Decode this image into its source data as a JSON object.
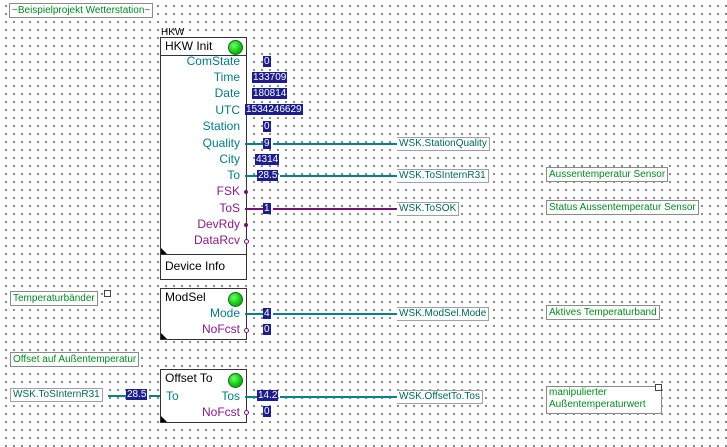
{
  "project_title": "~Beispielprojekt Wetterstation~",
  "hkw_label": "HKW",
  "device_info_label": "Device Info",
  "blocks": {
    "hkw_init": {
      "title": "HKW Init",
      "pins": {
        "comstate": {
          "label": "ComState",
          "value": "0"
        },
        "time": {
          "label": "Time",
          "value": "133709"
        },
        "date": {
          "label": "Date",
          "value": "180814"
        },
        "utc": {
          "label": "UTC",
          "value": "1534246629"
        },
        "station": {
          "label": "Station",
          "value": "0"
        },
        "quality": {
          "label": "Quality",
          "value": "9"
        },
        "city": {
          "label": "City",
          "value": "4314"
        },
        "to": {
          "label": "To",
          "value": "28.5"
        },
        "fsk": {
          "label": "FSK"
        },
        "tos": {
          "label": "ToS",
          "value": "1"
        },
        "devrdy": {
          "label": "DevRdy"
        },
        "datarcv": {
          "label": "DataRcv"
        }
      }
    },
    "modsel": {
      "title": "ModSel",
      "pins": {
        "mode": {
          "label": "Mode",
          "value": "4"
        },
        "nofcst": {
          "label": "NoFcst",
          "value": "0"
        }
      }
    },
    "offset_to": {
      "title": "Offset To",
      "pins": {
        "to_in": {
          "label": "To",
          "value": "28.5"
        },
        "tos": {
          "label": "Tos",
          "value": "14.2"
        },
        "nofcst": {
          "label": "NoFcst",
          "value": "0"
        }
      }
    }
  },
  "variables": {
    "station_quality": "WSK.StationQuality",
    "tosintern_out": "WSK.ToSInternR31",
    "tosok": "WSK.ToSOK",
    "modsel_mode": "WSK.ModSel.Mode",
    "offset_to_tos": "WSK.OffsetTo.Tos",
    "tosintern_in": "WSK.ToSInternR31"
  },
  "comments": {
    "aussentemp_sensor": "Aussentemperatur Sensor",
    "status_aussentemp": "Status Aussentemperatur Sensor",
    "temperaturbaender": "Temperaturbänder",
    "aktives_temperaturband": "Aktives Temperaturband",
    "offset_auf_aussentemp": "Offset auf Außentemperatur",
    "manipulierter_line1": "manipulierter",
    "manipulierter_line2": "Außentemperaturwert"
  },
  "colors": {
    "teal_wire": "#00838a",
    "purple_wire": "#7a0f7a",
    "value_bg": "#1d1d8e",
    "comment_text": "#00891f",
    "status_led": "#10c910"
  }
}
